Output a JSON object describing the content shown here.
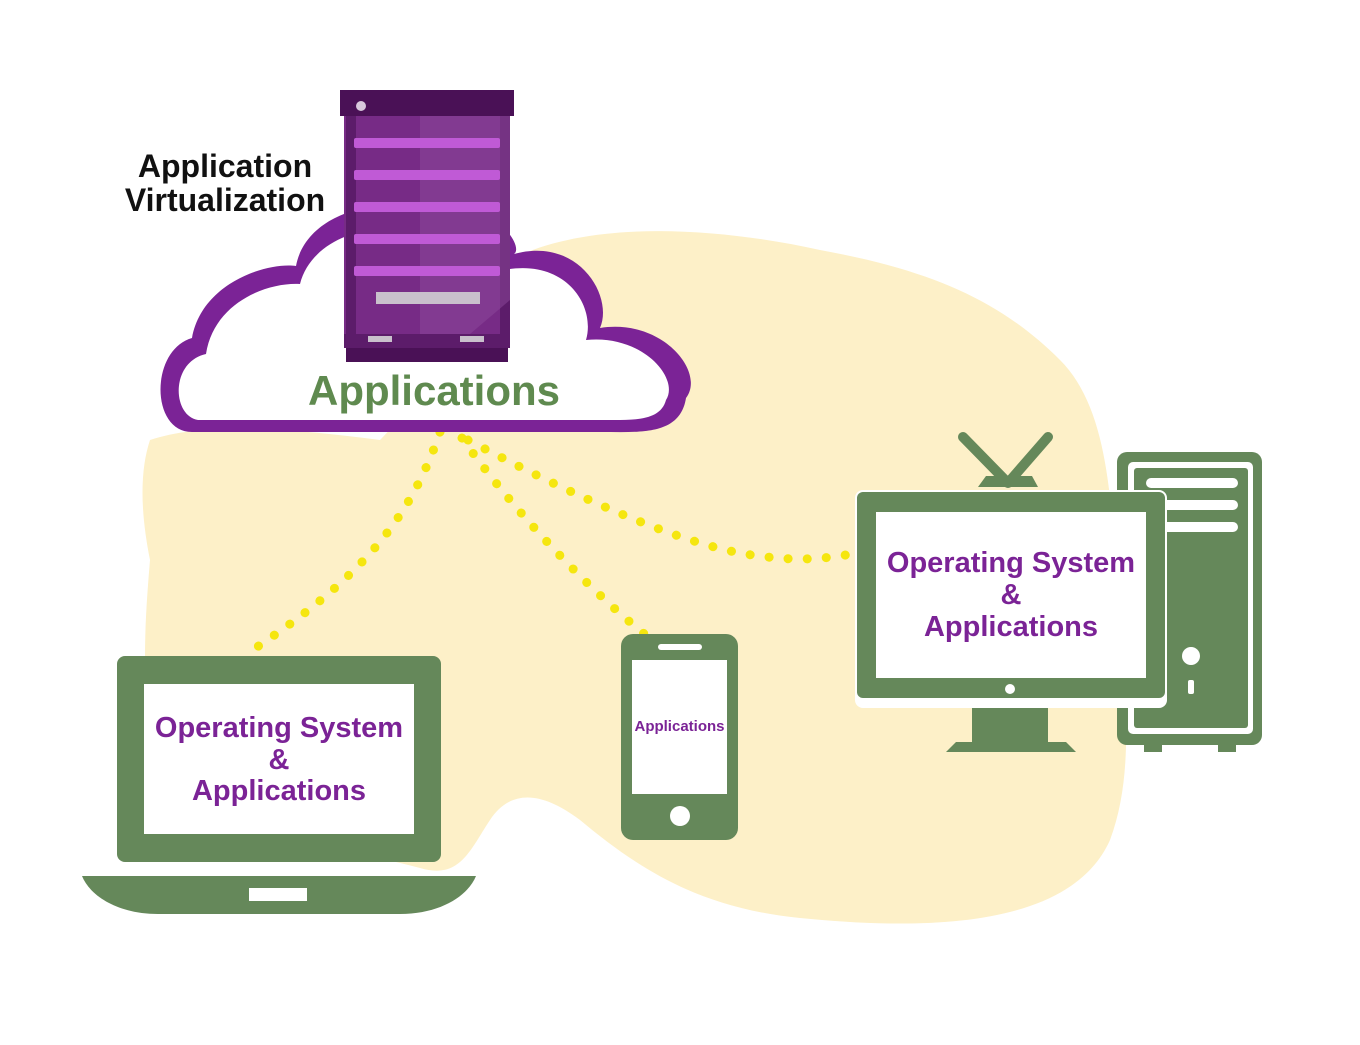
{
  "title": {
    "line1": "Application",
    "line2": "Virtualization"
  },
  "cloud": {
    "label": "Applications"
  },
  "laptop": {
    "line1": "Operating System",
    "line2": "&",
    "line3": "Applications"
  },
  "phone": {
    "label": "Applications"
  },
  "desktop": {
    "line1": "Operating System",
    "line2": "&",
    "line3": "Applications"
  },
  "colors": {
    "server_purple": "#6b1f7f",
    "cloud_outline": "#7b2396",
    "device_green": "#65885a",
    "connector_yellow": "#f5e60f",
    "background_blob": "#fdf0c8",
    "device_text_purple": "#7b2396",
    "cloud_text_green": "#5f8a4f"
  },
  "icons": [
    "server-icon",
    "cloud-icon",
    "laptop-icon",
    "smartphone-icon",
    "desktop-monitor-icon",
    "pc-tower-icon"
  ]
}
